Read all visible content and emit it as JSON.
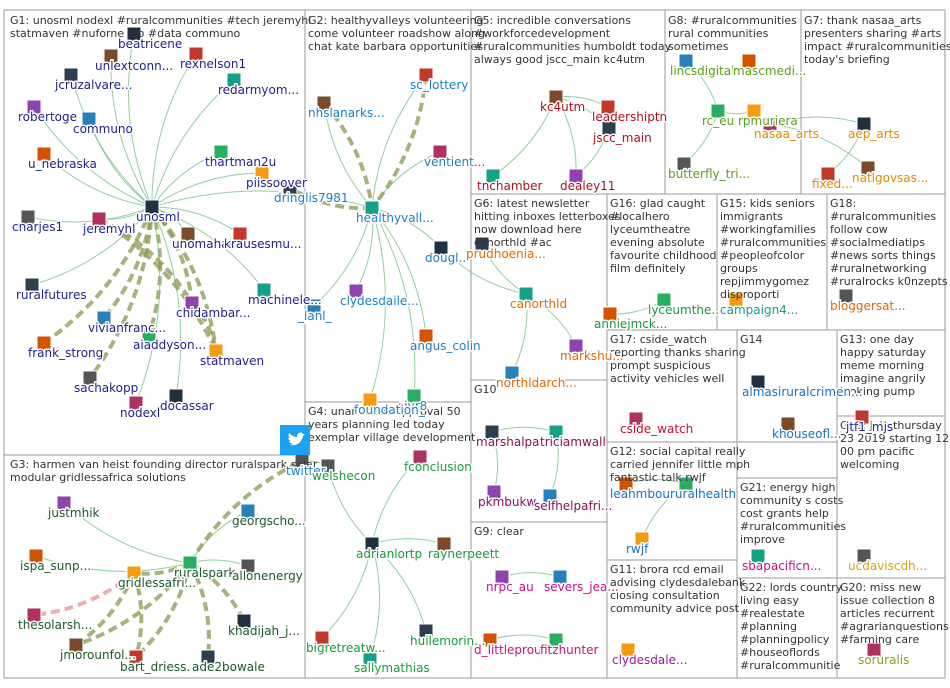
{
  "groups": [
    {
      "id": "G1",
      "lines": [
        "G1: unosml nodexl #ruralcommunities #tech jeremyhl",
        "statmaven #nuforne lab #data communo"
      ]
    },
    {
      "id": "G2",
      "lines": [
        "G2: healthyvalleys volunteering",
        "come volunteer roadshow along",
        "chat kate barbara opportunities"
      ]
    },
    {
      "id": "G5",
      "lines": [
        "G5: incredible conversations",
        "#workforcedevelopment",
        "#ruralcommunities humboldt today",
        "always good jscc_main kc4utm"
      ]
    },
    {
      "id": "G8",
      "lines": [
        "G8: #ruralcommunities",
        "rural communities",
        "sometimes"
      ]
    },
    {
      "id": "G7",
      "lines": [
        "G7: thank nasaa_arts",
        "presenters sharing #arts",
        "impact #ruralcommunities",
        "today's briefing"
      ]
    },
    {
      "id": "G6",
      "lines": [
        "G6: latest newsletter",
        "hitting inboxes letterboxes",
        "now download here",
        "canorthld #ac"
      ]
    },
    {
      "id": "G16",
      "lines": [
        "G16: glad caught",
        "#localhero",
        "lyceumtheatre",
        "evening absolute",
        "favourite childhood",
        "film definitely"
      ]
    },
    {
      "id": "G15",
      "lines": [
        "G15: kids seniors",
        "immigrants",
        "#workingfamilies",
        "#ruralcommunities",
        "#peopleofcolor",
        "groups",
        "repjimmygomez",
        "disproporti"
      ]
    },
    {
      "id": "G18",
      "lines": [
        "G18:",
        "#ruralcommunities",
        "follow cow",
        "#socialmediatips",
        "#news sorts things",
        "#ruralnetworking",
        "#ruralrocks k0nzepts"
      ]
    },
    {
      "id": "G17",
      "lines": [
        "G17: cside_watch",
        "reporting thanks sharing",
        "prompt suspicious",
        "activity vehicles well"
      ]
    },
    {
      "id": "G14",
      "lines": [
        "G14"
      ]
    },
    {
      "id": "G13",
      "lines": [
        "G13: one day",
        "happy saturday",
        "meme morning",
        "imagine angrily",
        "looking pump"
      ]
    },
    {
      "id": "G10",
      "lines": [
        "G10"
      ]
    },
    {
      "id": "G4",
      "lines": [
        "G4: unanimous approval 50",
        "years planning led today",
        "exemplar village development"
      ]
    },
    {
      "id": "G12",
      "lines": [
        "G12: social capital really",
        "carried jennifer little mph",
        "fantastic talk rwjf"
      ]
    },
    {
      "id": "G19",
      "lines": [
        "G19: join thursday",
        "23 2019 starting 12",
        "00 pm pacific",
        "welcoming"
      ]
    },
    {
      "id": "G3",
      "lines": [
        "G3: harmen van heist founding director ruralspark solar",
        "modular gridlessafrica solutions"
      ]
    },
    {
      "id": "G21",
      "lines": [
        "G21: energy high",
        "community s costs",
        "cost grants help",
        "#ruralcommunities",
        "improve"
      ]
    },
    {
      "id": "G9",
      "lines": [
        "G9: clear"
      ]
    },
    {
      "id": "G11",
      "lines": [
        "G11: brora rcd email",
        "advising clydesdalebank",
        "closing consultation",
        "community advice post"
      ]
    },
    {
      "id": "G22",
      "lines": [
        "G22: lords country",
        "living easy",
        "#realestate",
        "#planning",
        "#planningpolicy",
        "#houseoflords",
        "#ruralcommunitie"
      ]
    },
    {
      "id": "G20",
      "lines": [
        "G20: miss new",
        "issue collection 8",
        "articles recurrent",
        "#agrarianquestions",
        "#farming care"
      ]
    }
  ],
  "nodes": [
    {
      "label": "beatricene",
      "color": "#1f1f8c"
    },
    {
      "label": "unlextconn...",
      "color": "#1f1f8c"
    },
    {
      "label": "rexnelson1",
      "color": "#1f1f8c"
    },
    {
      "label": "jcruzalvare...",
      "color": "#1f1f8c"
    },
    {
      "label": "redarmyom...",
      "color": "#1f1f8c"
    },
    {
      "label": "robertoge",
      "color": "#1f1f8c"
    },
    {
      "label": "communo",
      "color": "#1f1f8c"
    },
    {
      "label": "u_nebraska",
      "color": "#1f1f8c"
    },
    {
      "label": "thartman2u",
      "color": "#1f1f8c"
    },
    {
      "label": "piissoover",
      "color": "#1f1f8c"
    },
    {
      "label": "cnarjes1",
      "color": "#1f1f8c"
    },
    {
      "label": "jeremyhl",
      "color": "#1f1f8c"
    },
    {
      "label": "unosml",
      "color": "#1f1f8c"
    },
    {
      "label": "unomahac...",
      "color": "#1f1f8c"
    },
    {
      "label": "krausesmu...",
      "color": "#1f1f8c"
    },
    {
      "label": "ruralfutures",
      "color": "#1f1f8c"
    },
    {
      "label": "machinele...",
      "color": "#1f1f8c"
    },
    {
      "label": "chidambar...",
      "color": "#1f1f8c"
    },
    {
      "label": "vivianfranc...",
      "color": "#1f1f8c"
    },
    {
      "label": "frank_strong",
      "color": "#1f1f8c"
    },
    {
      "label": "aiaddyson...",
      "color": "#1f1f8c"
    },
    {
      "label": "statmaven",
      "color": "#1f1f8c"
    },
    {
      "label": "sachakopp",
      "color": "#1f1f8c"
    },
    {
      "label": "nodexl",
      "color": "#1f1f8c"
    },
    {
      "label": "docassar",
      "color": "#1f1f8c"
    },
    {
      "label": "nhslanarks...",
      "color": "#1c7fc2"
    },
    {
      "label": "sc_lottery",
      "color": "#1c7fc2"
    },
    {
      "label": "dringlis7981",
      "color": "#1c7fc2"
    },
    {
      "label": "healthyvall...",
      "color": "#1c7fc2"
    },
    {
      "label": "clydesdaile...",
      "color": "#1c7fc2"
    },
    {
      "label": "_lanl_",
      "color": "#1c7fc2"
    },
    {
      "label": "angus_colin",
      "color": "#1c7fc2"
    },
    {
      "label": "sjvr8",
      "color": "#1c7fc2"
    },
    {
      "label": "foundation_",
      "color": "#1c7fc2"
    },
    {
      "label": "twitter",
      "color": "#1c7fc2"
    },
    {
      "label": "ventient...",
      "color": "#1c7fc2"
    },
    {
      "label": "dougl...",
      "color": "#1c7fc2"
    },
    {
      "label": "kc4utm",
      "color": "#b01020"
    },
    {
      "label": "leadershiptn",
      "color": "#b01020"
    },
    {
      "label": "jscc_main",
      "color": "#b01020"
    },
    {
      "label": "tnchamber",
      "color": "#b01020"
    },
    {
      "label": "dealey11",
      "color": "#b01020"
    },
    {
      "label": "lincsdigital",
      "color": "#5a9e1e"
    },
    {
      "label": "mascmedi...",
      "color": "#5a9e1e"
    },
    {
      "label": "rc_eu",
      "color": "#5a9e1e"
    },
    {
      "label": "rpmuriera",
      "color": "#5a9e1e"
    },
    {
      "label": "butterfly_tri...",
      "color": "#5a9e1e"
    },
    {
      "label": "nasaa_arts",
      "color": "#e08a00"
    },
    {
      "label": "aep_arts",
      "color": "#e08a00"
    },
    {
      "label": "natlgovsas...",
      "color": "#e08a00"
    },
    {
      "label": "fixed...",
      "color": "#e08a00"
    },
    {
      "label": "prudhoenia...",
      "color": "#e06a00"
    },
    {
      "label": "canorthld",
      "color": "#e06a00"
    },
    {
      "label": "markshu...",
      "color": "#e06a00"
    },
    {
      "label": "northldarch...",
      "color": "#e06a00"
    },
    {
      "label": "anniejmck...",
      "color": "#1a9a3a"
    },
    {
      "label": "lyceumthe...",
      "color": "#1a9a3a"
    },
    {
      "label": "campaign4...",
      "color": "#1a9a8a"
    },
    {
      "label": "bloggersat...",
      "color": "#e06a00"
    },
    {
      "label": "cside_watch",
      "color": "#c8102e"
    },
    {
      "label": "almasiruralcrimen...",
      "color": "#1c6fc2"
    },
    {
      "label": "khouseofl...",
      "color": "#1c6fc2"
    },
    {
      "label": "jtf1_mjs",
      "color": "#1f1f8c"
    },
    {
      "label": "marshalpa",
      "color": "#8a1060"
    },
    {
      "label": "triciamwall",
      "color": "#8a1060"
    },
    {
      "label": "pkmbukw",
      "color": "#8a1060"
    },
    {
      "label": "selfhelpafri...",
      "color": "#8a1060"
    },
    {
      "label": "leahmbou...",
      "color": "#1c6fc2"
    },
    {
      "label": "ruralhealth",
      "color": "#1c6fc2"
    },
    {
      "label": "rwjf",
      "color": "#1c6fc2"
    },
    {
      "label": "welshecon",
      "color": "#1a9a3a"
    },
    {
      "label": "fconclusion",
      "color": "#1a9a3a"
    },
    {
      "label": "adrianlortp",
      "color": "#1a9a3a"
    },
    {
      "label": "raynerpeett",
      "color": "#1a9a3a"
    },
    {
      "label": "bigretreatw...",
      "color": "#1a9a3a"
    },
    {
      "label": "huilemorin...",
      "color": "#1a9a3a"
    },
    {
      "label": "sallymathias",
      "color": "#1a9a3a"
    },
    {
      "label": "justmhik",
      "color": "#1a5a2a"
    },
    {
      "label": "georgscho...",
      "color": "#1a5a2a"
    },
    {
      "label": "ispa_sunp...",
      "color": "#1a5a2a"
    },
    {
      "label": "ruralspark",
      "color": "#1a5a2a"
    },
    {
      "label": "gridlessafri...",
      "color": "#1a5a2a"
    },
    {
      "label": "allonenergy",
      "color": "#1a5a2a"
    },
    {
      "label": "thesolarsh...",
      "color": "#1a5a2a"
    },
    {
      "label": "khadijah_j...",
      "color": "#1a5a2a"
    },
    {
      "label": "jmorounfol...",
      "color": "#1a5a2a"
    },
    {
      "label": "bart_driess...",
      "color": "#1a5a2a"
    },
    {
      "label": "ade2bowale",
      "color": "#1a5a2a"
    },
    {
      "label": "sbapacificn...",
      "color": "#c81080"
    },
    {
      "label": "nrpc_au",
      "color": "#c81080"
    },
    {
      "label": "severs_jea...",
      "color": "#c81080"
    },
    {
      "label": "d_littleprou",
      "color": "#c81080"
    },
    {
      "label": "fitzhunter",
      "color": "#c81080"
    },
    {
      "label": "clydesdale...",
      "color": "#9a1aa0"
    },
    {
      "label": "ucdaviscdh...",
      "color": "#e0a000"
    },
    {
      "label": "soruralis",
      "color": "#8aa020"
    }
  ]
}
